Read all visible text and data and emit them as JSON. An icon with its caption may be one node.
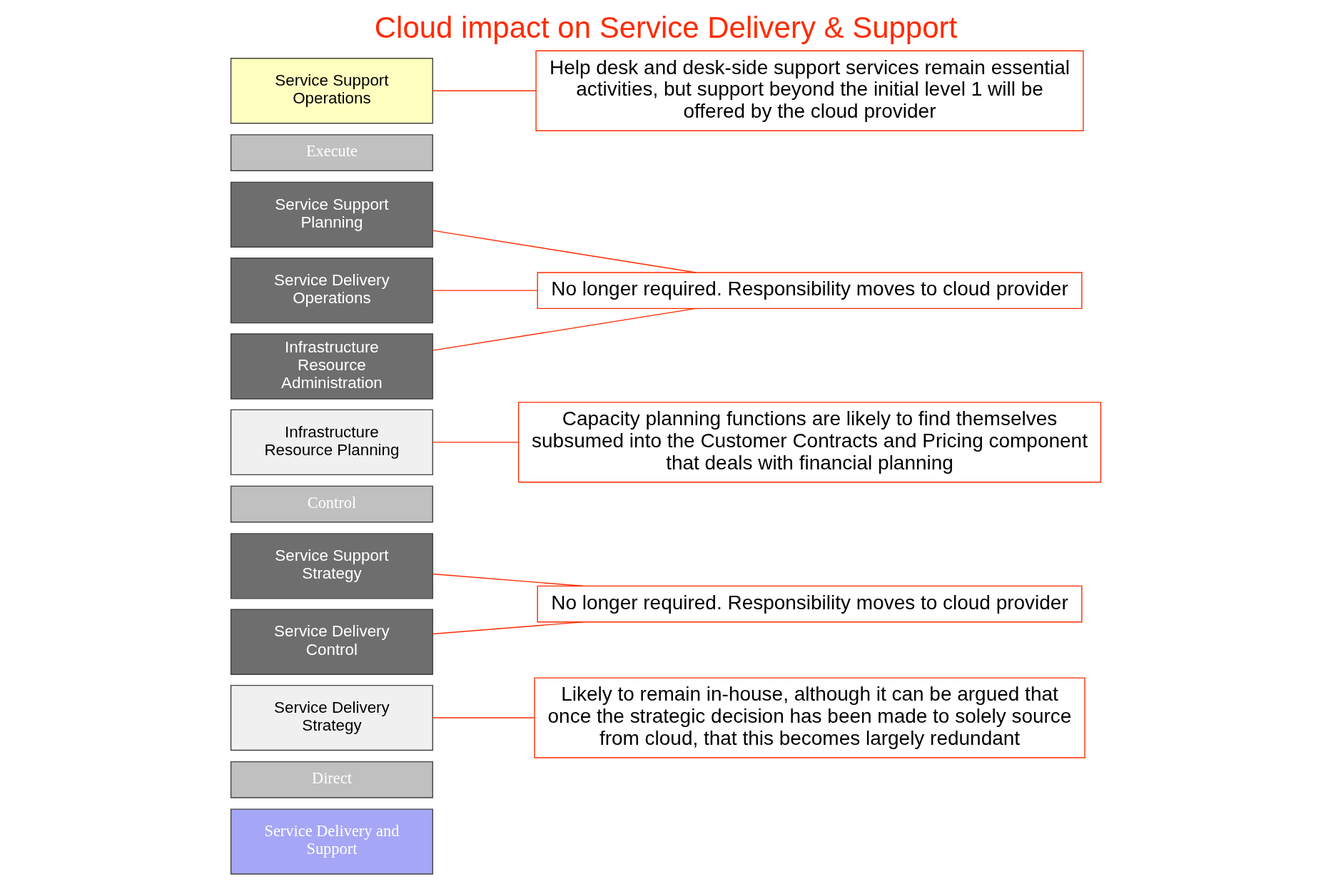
{
  "diagram": {
    "title": "Cloud impact on Service Delivery & Support",
    "nodes": [
      {
        "text": [
          "Service Delivery and Support"
        ]
      },
      {
        "text": [
          "Direct"
        ]
      },
      {
        "text": [
          "Service Delivery Strategy"
        ]
      },
      {
        "text": [
          "Service Support Strategy"
        ]
      },
      {
        "text": [
          "Control"
        ]
      },
      {
        "text": [
          "Service Delivery Control"
        ]
      },
      {
        "text": [
          "Infrastructure Resource Planning"
        ]
      },
      {
        "text": [
          "Service Support Planning"
        ]
      },
      {
        "text": [
          "Execute"
        ]
      },
      {
        "text": [
          "Service Delivery Operations"
        ]
      },
      {
        "text": [
          "Infrastructure Resource Administration"
        ]
      },
      {
        "text": [
          "Service Support Operations"
        ]
      },
      {
        "text": [
          "Likely to remain in-house, although it can be argued that once the strategic decision has been made to solely source from cloud, that this becomes largely redundant"
        ]
      },
      {
        "text": [
          "No longer required. Responsibility moves to cloud provider"
        ]
      },
      {
        "text": [
          "Capacity planning functions are likely to find themselves subsumed into the Customer Contracts and Pricing component that deals with financial planning"
        ]
      },
      {
        "text": [
          "No longer required. Responsibility moves to cloud provider"
        ]
      },
      {
        "text": [
          "Help desk and desk-side support services remain essential activities, but support beyond the initial level 1 will be offered by the cloud provider"
        ]
      }
    ],
    "edges": [
      {
        "from": 2,
        "to": 12,
        "arrow": "none",
        "color": "#ff2a00"
      },
      {
        "from": 3,
        "to": 13,
        "arrow": "none",
        "color": "#ff2a00"
      },
      {
        "from": 5,
        "to": 13,
        "arrow": "none",
        "color": "#ff2a00"
      },
      {
        "from": 6,
        "to": 14,
        "arrow": "none",
        "color": "#ff2a00"
      },
      {
        "from": 7,
        "to": 15,
        "arrow": "none",
        "color": "#ff2a00"
      },
      {
        "from": 9,
        "to": 15,
        "arrow": "none",
        "color": "#ff2a00"
      },
      {
        "from": 10,
        "to": 15,
        "arrow": "none",
        "color": "#ff2a00"
      },
      {
        "from": 11,
        "to": 16,
        "arrow": "none",
        "color": "#ff2a00"
      }
    ]
  }
}
